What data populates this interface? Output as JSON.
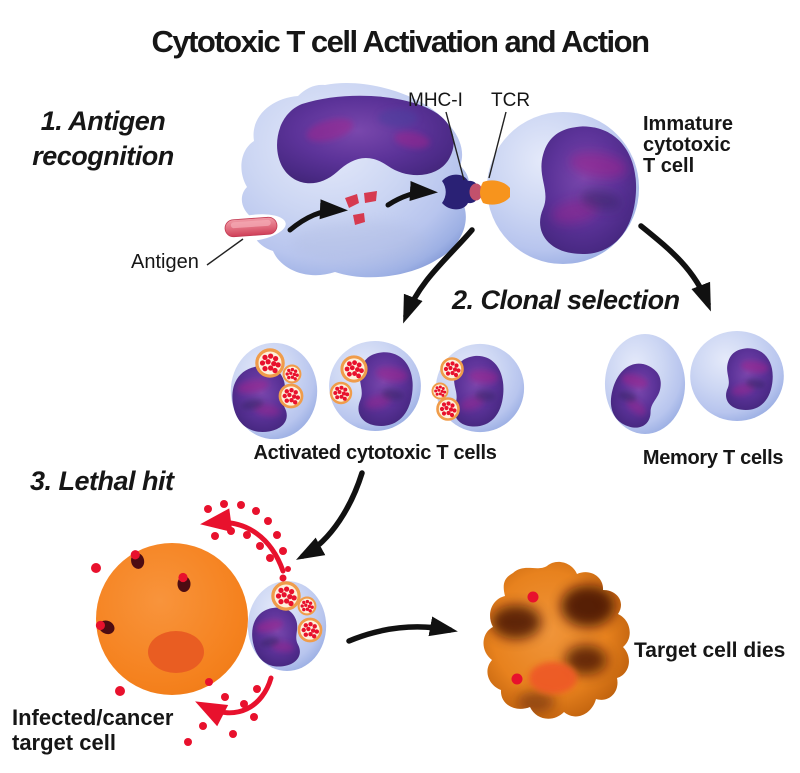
{
  "title": "Cytotoxic T cell Activation and Action",
  "steps": {
    "step1": "1. Antigen\nrecognition",
    "step2": "2. Clonal selection",
    "step3": "3. Lethal hit"
  },
  "labels": {
    "antigen": "Antigen",
    "mhc": "MHC-I",
    "tcr": "TCR",
    "immature_cell": "Immature\ncytotoxic\nT cell",
    "activated_cells": "Activated cytotoxic T cells",
    "memory_cells": "Memory T cells",
    "infected_cell": "Infected/cancer\ntarget cell",
    "target_dies": "Target cell dies"
  },
  "colors": {
    "cell_body_blue": "#c7d1f1",
    "cell_rim_blue": "#8399d6",
    "nucleus_purple": "#5c3399",
    "nucleus_magenta": "#a1208c",
    "granule_rim_orange": "#f09c4a",
    "granule_fill": "#fdf0dc",
    "granule_dot_red": "#e8112d",
    "antigen_pink": "#d94f63",
    "mhc_navy": "#2a2175",
    "tcr_orange": "#f7941d",
    "target_cell_orange": "#f5821f",
    "target_nucleus_orange": "#e95d22",
    "dying_cell_brown": "#3c1004",
    "arrow_black": "#111111",
    "arrow_red": "#e8112d"
  }
}
